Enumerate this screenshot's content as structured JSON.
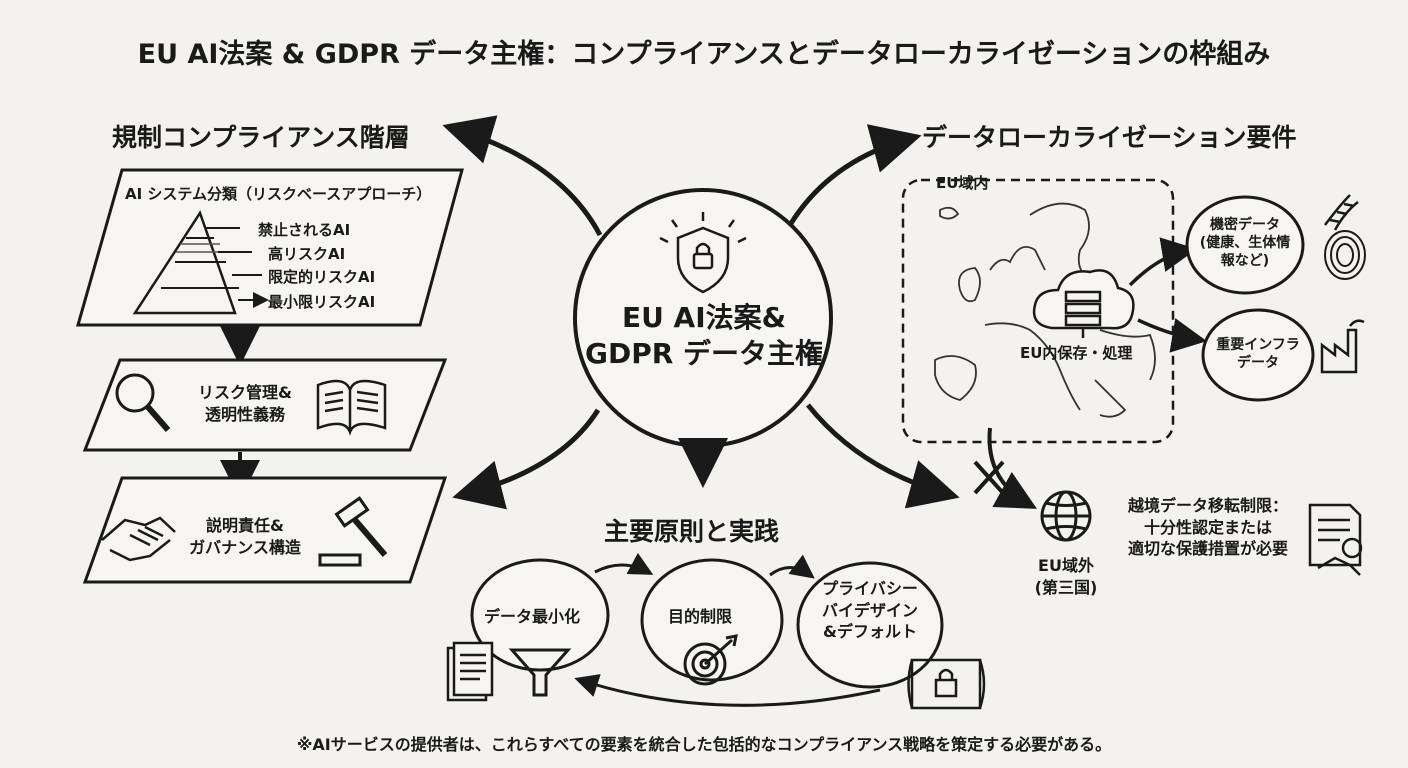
{
  "title": "EU AI法案 & GDPR データ主権：コンプライアンスとデータローカライゼーションの枠組み",
  "center": {
    "line1": "EU AI法案&",
    "line2": "GDPR データ主権"
  },
  "left": {
    "heading": "規制コンプライアンス階層",
    "classification": {
      "label": "AI システム分類（リスクベースアプローチ）",
      "levels": [
        "禁止されるAI",
        "高リスクAI",
        "限定的リスクAI",
        "最小限リスクAI"
      ]
    },
    "risk_box": {
      "line1": "リスク管理&",
      "line2": "透明性義務"
    },
    "gov_box": {
      "line1": "説明責任&",
      "line2": "ガバナンス構造"
    }
  },
  "right": {
    "heading": "データローカライゼーション要件",
    "eu_zone_label": "EU域内",
    "storage_label": "EU内保存・処理",
    "sensitive": {
      "line1": "機密データ",
      "line2": "(健康、生体情",
      "line3": "報など)"
    },
    "infra": {
      "line1": "重要インフラ",
      "line2": "データ"
    },
    "outside": {
      "line1": "EU域外",
      "line2": "(第三国)"
    },
    "transfer": {
      "line1": "越境データ移転制限：",
      "line2": "十分性認定または",
      "line3": "適切な保護措置が必要"
    }
  },
  "bottom": {
    "heading": "主要原則と実践",
    "principles": [
      "データ最小化",
      "目的制限"
    ],
    "pbd": {
      "line1": "プライバシー",
      "line2": "バイデザイン",
      "line3": "&デフォルト"
    }
  },
  "footnote": "※AIサービスの提供者は、これらすべての要素を統合した包括的なコンプライアンス戦略を策定する必要がある。",
  "icons": [
    "shield-lock-icon",
    "magnifier-icon",
    "book-icon",
    "handshake-icon",
    "gavel-icon",
    "cloud-server-icon",
    "dna-icon",
    "fingerprint-icon",
    "factory-icon",
    "globe-icon",
    "contract-icon",
    "documents-icon",
    "funnel-icon",
    "target-icon",
    "blueprint-lock-icon",
    "europe-map-icon"
  ]
}
